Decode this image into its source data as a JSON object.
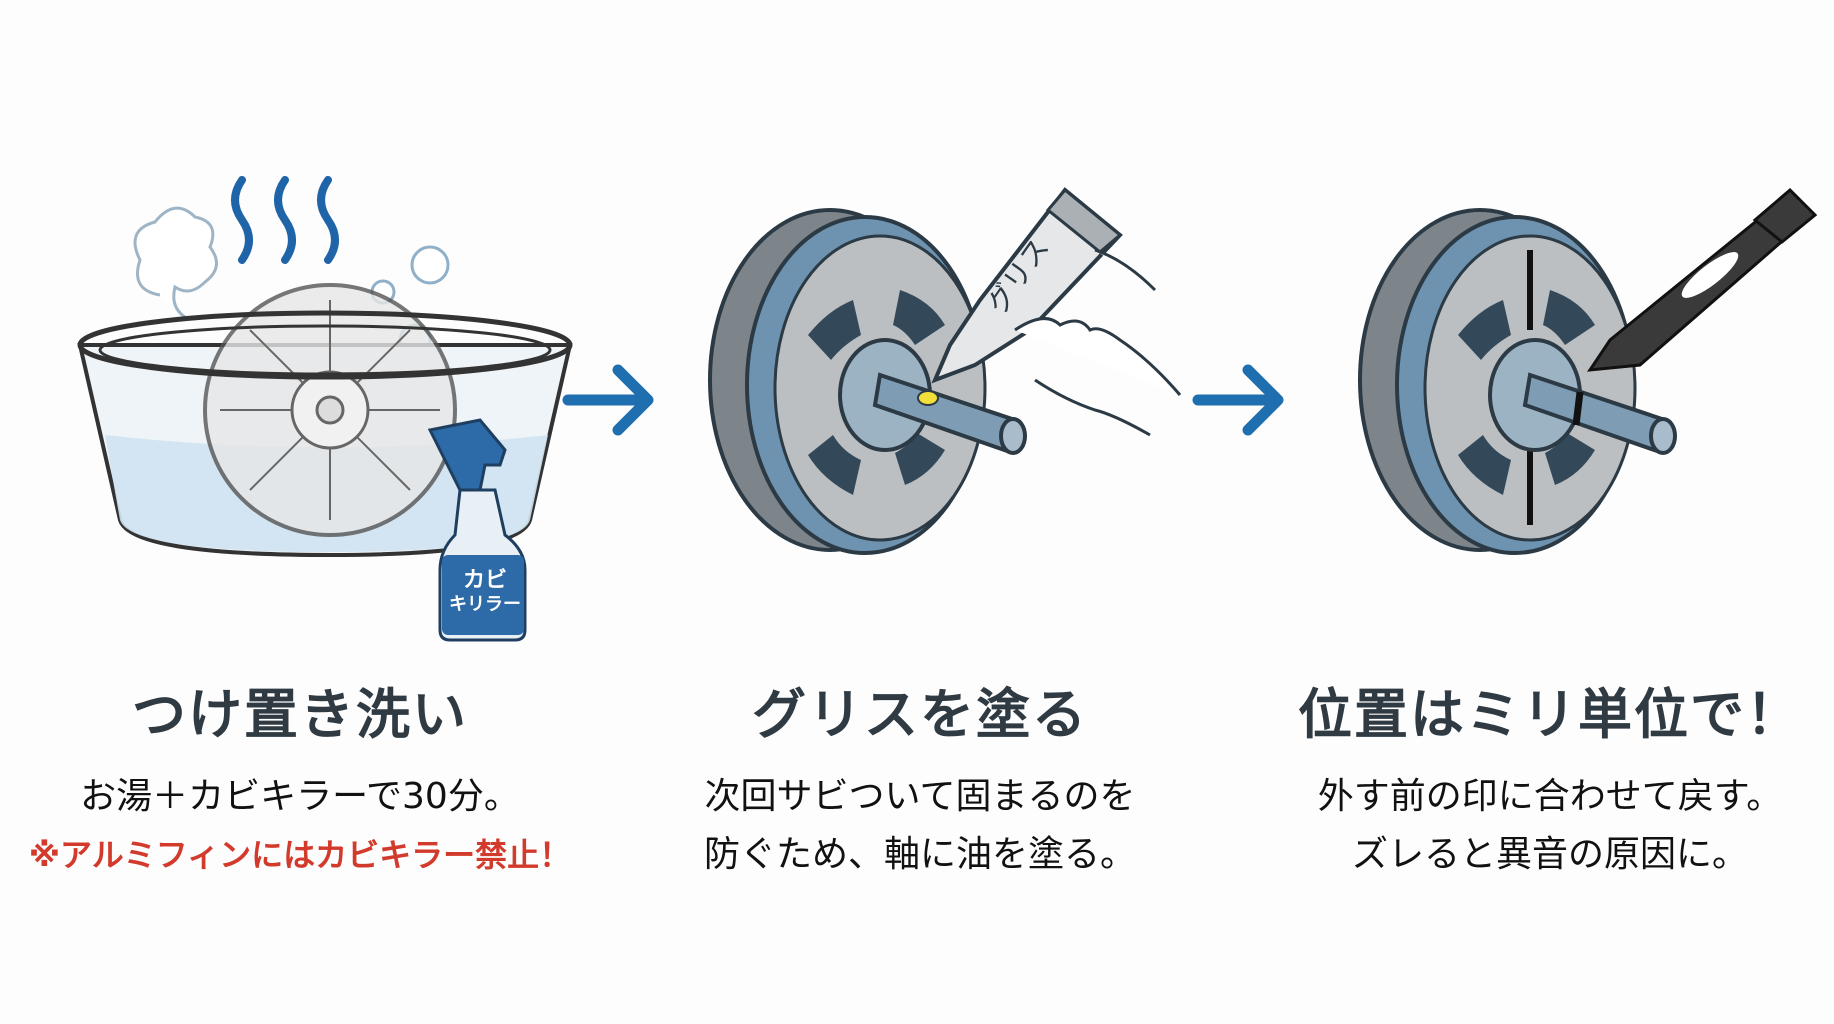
{
  "steps": [
    {
      "title": "つけ置き洗い",
      "lines": [
        "お湯＋カビキラーで30分。"
      ],
      "warning": "※アルミフィンにはカビキラー禁止！",
      "illustration": "fan-soaking-in-basin",
      "bottle_label_1": "カビ",
      "bottle_label_2": "キリラー"
    },
    {
      "title": "グリスを塗る",
      "lines": [
        "次回サビついて固まるのを",
        "防ぐため、軸に油を塗る。"
      ],
      "illustration": "applying-grease-to-shaft",
      "tube_label": "グリス"
    },
    {
      "title": "位置はミリ単位で！",
      "lines": [
        "外す前の印に合わせて戻す。",
        "ズレると異音の原因に。"
      ],
      "illustration": "marking-shaft-position"
    }
  ],
  "arrows": [
    "arrow-right-icon",
    "arrow-right-icon"
  ],
  "colors": {
    "heading": "#2f3a42",
    "warning": "#d23a2c",
    "arrow": "#1f6fb0",
    "water": "#cfe3f1",
    "metal": "#b9bdc0",
    "steel_blue": "#5f86a3"
  }
}
